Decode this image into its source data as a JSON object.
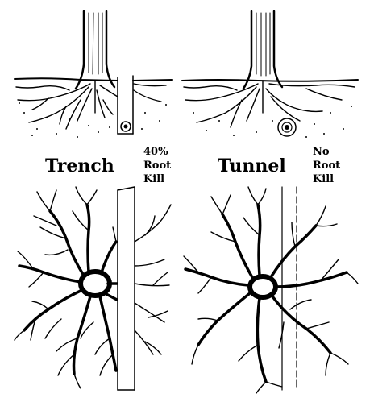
{
  "panels": {
    "trench": {
      "label": "Trench",
      "note": [
        "40%",
        "Root",
        "Kill"
      ]
    },
    "tunnel": {
      "label": "Tunnel",
      "note": [
        "No",
        "Root",
        "Kill"
      ]
    }
  },
  "colors": {
    "ink": "#000000",
    "paper": "#ffffff"
  }
}
